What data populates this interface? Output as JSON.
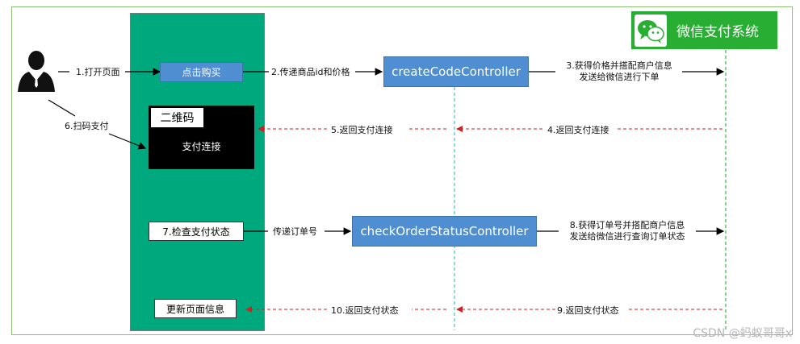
{
  "wechat": {
    "title": "微信支付系统",
    "icon": "wechat-icon",
    "color": "#27ae33"
  },
  "buttons": {
    "buy": "点击购买",
    "create_controller": "createCodeController",
    "check_status": "7.检查支付状态",
    "check_controller": "checkOrderStatusController",
    "update_page": "更新页面信息"
  },
  "qr": {
    "title": "二维码",
    "text": "支付连接"
  },
  "steps": {
    "s1": "1.打开页面",
    "s2": "2.传递商品id和价格",
    "s3_line1": "3.获得价格并搭配商户信息",
    "s3_line2": "发送给微信进行下单",
    "s4": "4.返回支付连接",
    "s5": "5.返回支付连接",
    "s6": "6.扫码支付",
    "s_order": "传递订单号",
    "s8_line1": "8.获得订单号并搭配商户信息",
    "s8_line2": "发送给微信进行查询订单状态",
    "s9": "9.返回支付状态",
    "s10": "10.返回支付状态"
  },
  "colors": {
    "green_column": "#00a87e",
    "button_blue": "#4f8fd1",
    "dashed_red": "#cc2222",
    "lifeline_teal": "#3fc6c6",
    "lifeline_green": "#3cb043"
  },
  "watermark": "CSDN @蚂蚁哥哥x"
}
